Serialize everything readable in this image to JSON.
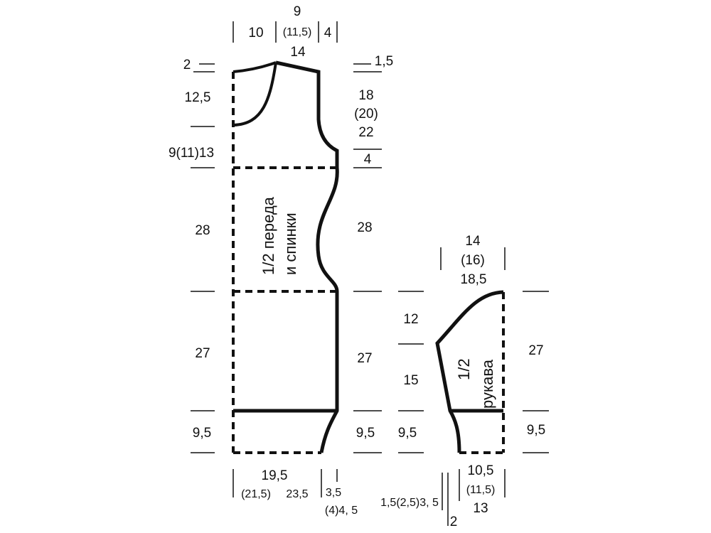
{
  "body_piece": {
    "caption": [
      "1/2 переда",
      "и спинки"
    ],
    "top": {
      "left_width": "10",
      "neck": [
        "9",
        "(11,5)",
        "14"
      ],
      "shoulder": "4"
    },
    "left": {
      "shoulder_drop": "2",
      "neck_depth": "12,5",
      "armhole_lower": "9(11)13",
      "waist": "28",
      "hip": "27",
      "hem": "9,5"
    },
    "right": {
      "shoulder_slope": "1,5",
      "armhole": [
        "18",
        "(20)",
        "22"
      ],
      "armhole_base": "4",
      "waist": "28",
      "hip": "27",
      "hem": "9,5"
    },
    "bottom": {
      "width": [
        "19,5",
        "(21,5)",
        "23,5"
      ],
      "side_shift": [
        "3,5",
        "(4)4, 5"
      ]
    }
  },
  "sleeve_piece": {
    "caption": [
      "1/2",
      "рукава"
    ],
    "top_width": [
      "14",
      "(16)",
      "18,5"
    ],
    "left": {
      "cap": "12",
      "upper": "15",
      "cuff": "9,5"
    },
    "right": {
      "length": "27",
      "cuff": "9,5"
    },
    "bottom": {
      "width": [
        "10,5",
        "(11,5)",
        "13"
      ],
      "shift": "1,5(2,5)3,  5",
      "step": "2"
    }
  }
}
